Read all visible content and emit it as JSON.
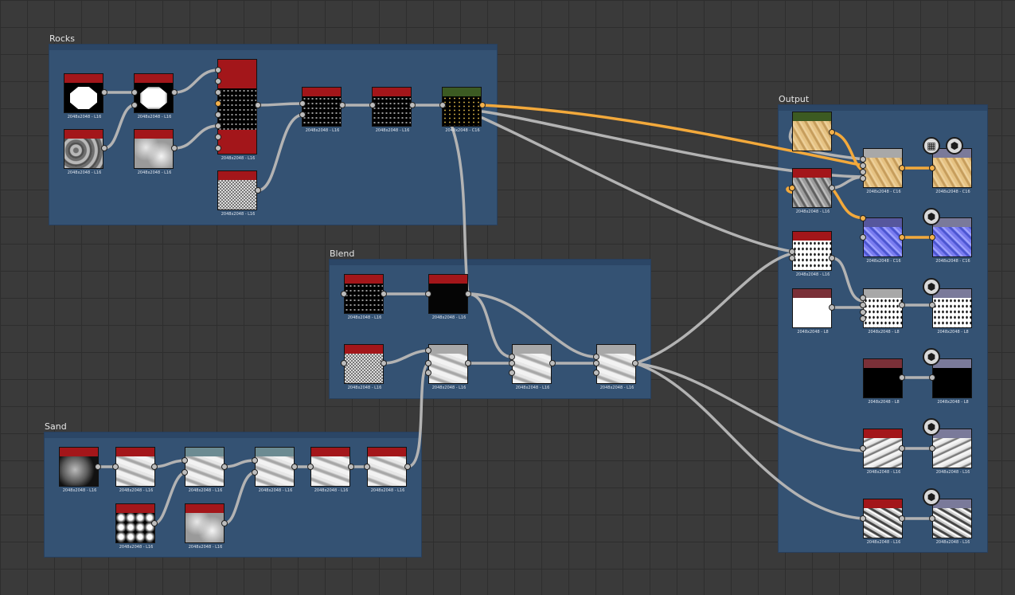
{
  "frames": {
    "rocks": {
      "title": "Rocks"
    },
    "blend": {
      "title": "Blend"
    },
    "sand": {
      "title": "Sand"
    },
    "output": {
      "title": "Output"
    }
  },
  "labels": {
    "l16": "2048x2048 - L16",
    "c16": "2048x2048 - C16",
    "l8": "2048x2048 - L8"
  },
  "colors": {
    "header_red": "#a3161a",
    "header_green": "#3c5a22",
    "header_gray": "#a8a8a8",
    "header_slate": "#6c8b92",
    "header_lavender": "#7a7a9a",
    "header_mauve": "#7a3038",
    "wire_gray": "#b3b3b3",
    "wire_orange": "#f3a93b",
    "frame_fill": "#345273"
  },
  "icons": {
    "mask": "mask-icon",
    "cube": "cube-icon",
    "checker": "checker-icon"
  }
}
